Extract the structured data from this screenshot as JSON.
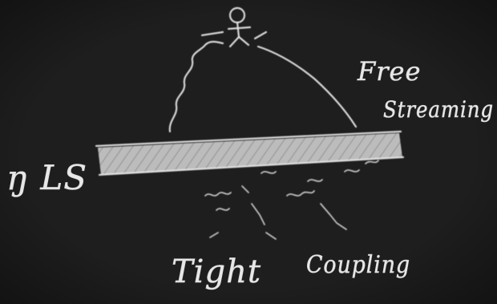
{
  "labels": {
    "left": "ŋ LS",
    "free_line1": "Free",
    "free_line2": "Streaming",
    "bottom_left": "Tight",
    "bottom_right": "Coupling"
  },
  "colors": {
    "board": "#1b1b1b",
    "chalk": "#e8e8e8",
    "slab": "#d0d0d0"
  },
  "icons": {
    "observer": "stick-figure-icon"
  }
}
